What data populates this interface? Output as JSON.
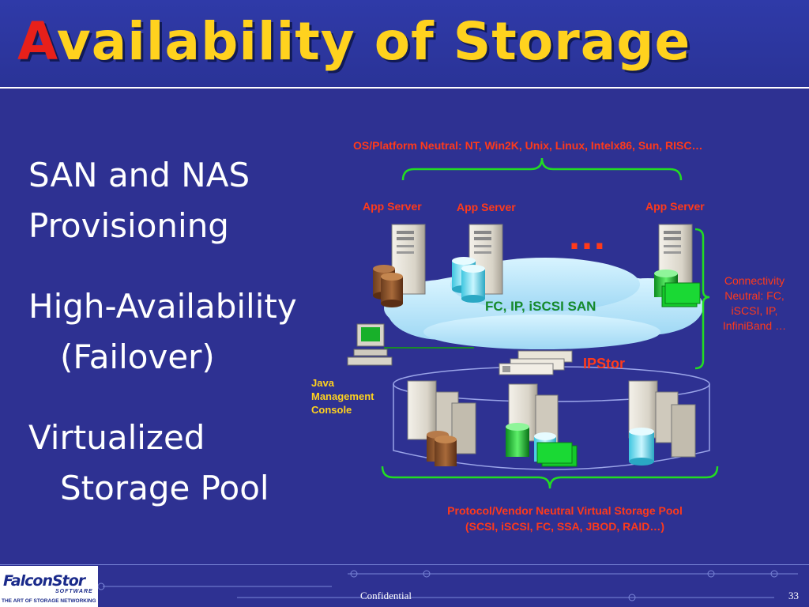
{
  "slide": {
    "title_first_letter": "A",
    "title_rest": "vailability of Storage",
    "bullets": [
      {
        "line1": "SAN and NAS",
        "line2": "Provisioning"
      },
      {
        "line1": "High-Availability",
        "line2": "(Failover)"
      },
      {
        "line1": "Virtualized",
        "line2": "Storage Pool"
      }
    ]
  },
  "diagram": {
    "top_label": "OS/Platform Neutral: NT, Win2K, Unix, Linux, Intelx86, Sun, RISC…",
    "app_server_labels": [
      "App Server",
      "App Server",
      "App Server"
    ],
    "ellipsis": "…",
    "san_label": "FC, IP, iSCSI SAN",
    "connectivity_label": "Connectivity Neutral: FC, iSCSI, IP, InfiniBand …",
    "ipstor_label": "IPStor",
    "java_console_label": [
      "Java",
      "Management",
      "Console"
    ],
    "pool_label_line1": "Protocol/Vendor Neutral Virtual Storage Pool",
    "pool_label_line2": "(SCSI, iSCSI, FC, SSA, JBOD, RAID…)",
    "colors": {
      "label_red": "#ff3a1a",
      "title_yellow": "#ffd21e",
      "san_green": "#168a2a"
    }
  },
  "footer": {
    "logo_text": "FalconStor",
    "logo_sub": "SOFTWARE",
    "logo_tagline": "THE ART OF STORAGE NETWORKING",
    "confidential": "Confidential",
    "page_number": "33"
  }
}
